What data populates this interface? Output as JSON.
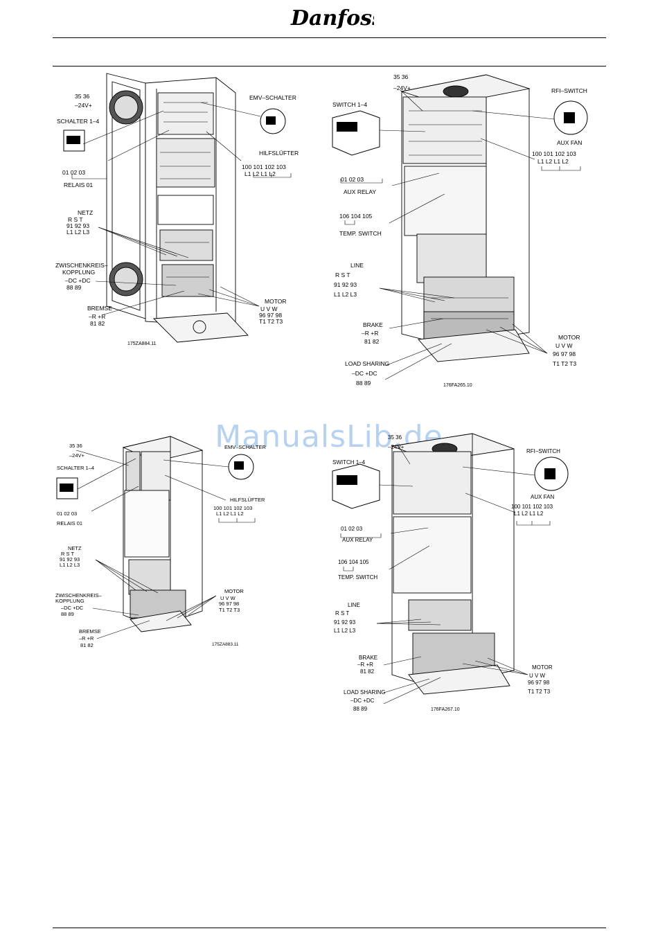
{
  "header": {
    "brand": "Danfoss"
  },
  "watermark": "ManualsLib.de",
  "figures": [
    {
      "id": "fig-top-left",
      "code": "175ZA884.11",
      "labels": {
        "t3536": "35  36",
        "v24": "–24V+",
        "switch": "SCHALTER 1–4",
        "relayNums": "01  02  03",
        "relayName": "RELAIS 01",
        "rfi": "EMV–SCHALTER",
        "fan": "HILFSLÜFTER",
        "fanNums": "100    101    102    103",
        "fanPhases": "L1      L2      L1      L2",
        "line": "NETZ",
        "lineA": "R    S    T",
        "lineB": "91  92  93",
        "lineC": "L1  L2  L3",
        "dc1": "ZWISCHENKREIS–",
        "dc2": "KOPPLUNG",
        "dc3": "–DC  +DC",
        "dc4": "88     89",
        "brake": "BREMSE",
        "brakeA": "–R  +R",
        "brakeB": "81  82",
        "motor": "MOTOR",
        "motorA": "U    V    W",
        "motorB": "96  97  98",
        "motorC": "T1  T2  T3"
      }
    },
    {
      "id": "fig-top-right",
      "code": "176FA265.10",
      "labels": {
        "t3536": "35  36",
        "v24": "–24V+",
        "switch": "SWITCH 1–4",
        "relayNums": "01  02  03",
        "relayName": "AUX RELAY",
        "temp": "106  104  105",
        "tempName": "TEMP. SWITCH",
        "rfi": "RFI–SWITCH",
        "fan": "AUX FAN",
        "fanNums": "100    101    102    103",
        "fanPhases": "L1      L2      L1      L2",
        "line": "LINE",
        "lineA": "R        S        T",
        "lineB": "91     92     93",
        "lineC": "L1     L2     L3",
        "brake": "BRAKE",
        "brakeA": "–R  +R",
        "brakeB": "81  82",
        "load": "LOAD SHARING",
        "loadA": "–DC  +DC",
        "loadB": "88     89",
        "motor": "MOTOR",
        "motorA": "U    V    W",
        "motorB": "96  97  98",
        "motorC": "T1  T2  T3"
      }
    },
    {
      "id": "fig-bottom-left",
      "code": "175ZA883.11",
      "labels": {
        "t3536": "35  36",
        "v24": "–24V+",
        "switch": "SCHALTER 1–4",
        "relayNums": "01  02  03",
        "relayName": "RELAIS 01",
        "rfi": "EMV–SCHALTER",
        "fan": "HILFSLÜFTER",
        "fanNums": "100    101    102    103",
        "fanPhases": "L1      L2      L1      L2",
        "line": "NETZ",
        "lineA": "R    S    T",
        "lineB": "91  92  93",
        "lineC": "L1  L2  L3",
        "dc1": "ZWISCHENKREIS–",
        "dc2": "KOPPLUNG",
        "dc3": "–DC  +DC",
        "dc4": "88     89",
        "brake": "BREMSE",
        "brakeA": "–R  +R",
        "brakeB": "81  82",
        "motor": "MOTOR",
        "motorA": "U    V    W",
        "motorB": "96  97  98",
        "motorC": "T1  T2  T3"
      }
    },
    {
      "id": "fig-bottom-right",
      "code": "176FA267.10",
      "labels": {
        "t3536": "35  36",
        "v24": "–24V+",
        "switch": "SWITCH 1–4",
        "relayNums": "01  02  03",
        "relayName": "AUX RELAY",
        "temp": "106  104  105",
        "tempName": "TEMP. SWITCH",
        "rfi": "RFI–SWITCH",
        "fan": "AUX FAN",
        "fanNums": "100    101    102    103",
        "fanPhases": "L1      L2      L1      L2",
        "line": "LINE",
        "lineA": "R        S        T",
        "lineB": "91     92     93",
        "lineC": "L1     L2     L3",
        "brake": "BRAKE",
        "brakeA": "–R  +R",
        "brakeB": "81  82",
        "load": "LOAD SHARING",
        "loadA": "–DC  +DC",
        "loadB": "88     89",
        "motor": "MOTOR",
        "motorA": "U    V    W",
        "motorB": "96  97  98",
        "motorC": "T1  T2  T3"
      }
    }
  ]
}
